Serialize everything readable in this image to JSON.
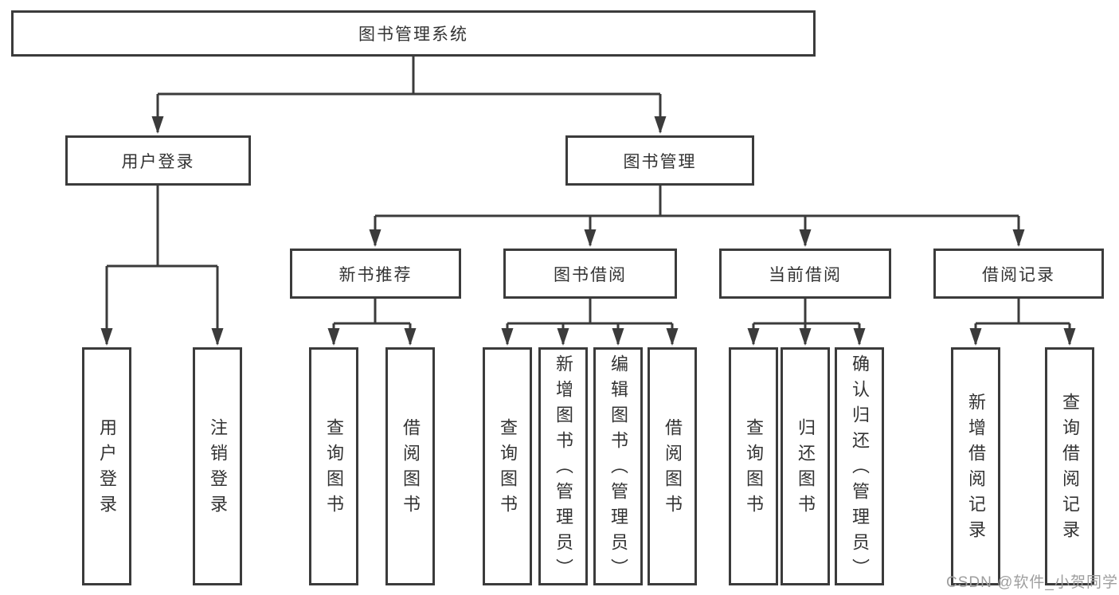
{
  "nodes": {
    "root": "图书管理系统",
    "user_login_group": "用户登录",
    "book_management": "图书管理",
    "new_book_recommend": "新书推荐",
    "book_borrowing": "图书借阅",
    "current_borrowing": "当前借阅",
    "borrowing_records": "借阅记录",
    "login_children": [
      "用户登录",
      "注销登录"
    ],
    "new_book_children": [
      "查询图书",
      "借阅图书"
    ],
    "borrowing_children": [
      "查询图书",
      "新增图书（管理员）",
      "编辑图书（管理员）",
      "借阅图书"
    ],
    "current_children": [
      "查询图书",
      "归还图书",
      "确认归还（管理员）"
    ],
    "records_children": [
      "新增借阅记录",
      "查询借阅记录"
    ]
  },
  "watermark": "CSDN @软件_小贺同学",
  "colors": {
    "line": "#3b3b3b",
    "text": "#333333",
    "watermark": "#9e9e9e",
    "background": "#ffffff"
  }
}
